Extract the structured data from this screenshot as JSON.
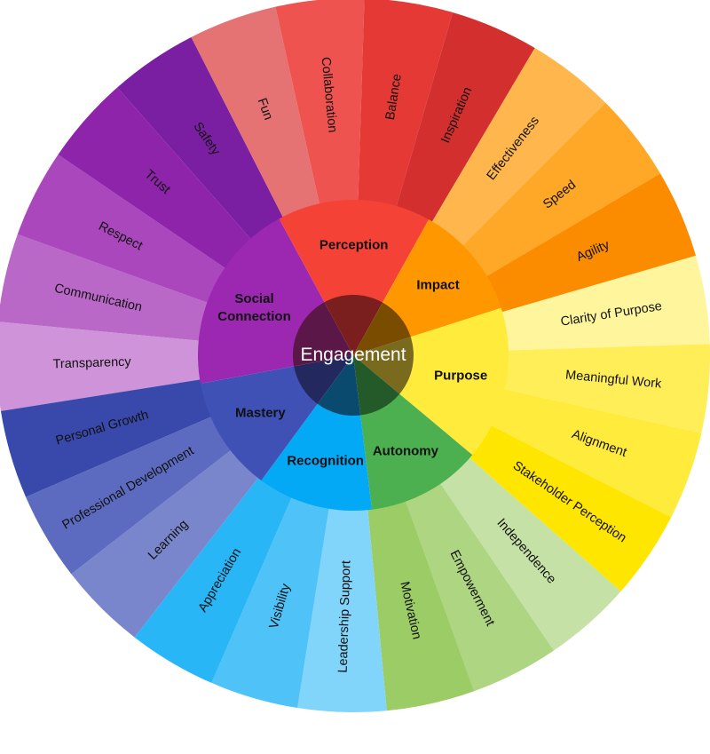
{
  "center": {
    "label": "Engagement"
  },
  "categories": [
    {
      "name": "Social\nConnection",
      "lines": [
        "Social",
        "Connection"
      ],
      "color": "#9C27B0",
      "center_color": "#5A1747",
      "items": [
        {
          "label": "Transparency",
          "color": "#CE93D8"
        },
        {
          "label": "Communication",
          "color": "#BA68C8"
        },
        {
          "label": "Respect",
          "color": "#AB47BC"
        },
        {
          "label": "Trust",
          "color": "#8E24AA"
        },
        {
          "label": "Safety",
          "color": "#7B1FA2"
        }
      ]
    },
    {
      "name": "Perception",
      "lines": [
        "Perception"
      ],
      "color": "#F44336",
      "center_color": "#7A1E1E",
      "items": [
        {
          "label": "Fun",
          "color": "#E57373"
        },
        {
          "label": "Collaboration",
          "color": "#EF5350"
        },
        {
          "label": "Balance",
          "color": "#E53935"
        },
        {
          "label": "Inspiration",
          "color": "#D32F2F"
        }
      ]
    },
    {
      "name": "Impact",
      "lines": [
        "Impact"
      ],
      "color": "#FF9800",
      "center_color": "#7A4C00",
      "items": [
        {
          "label": "Effectiveness",
          "color": "#FFB74D"
        },
        {
          "label": "Speed",
          "color": "#FFA726"
        },
        {
          "label": "Agility",
          "color": "#FB8C00"
        }
      ]
    },
    {
      "name": "Purpose",
      "lines": [
        "Purpose"
      ],
      "color": "#FFEB3B",
      "center_color": "#7A6A1E",
      "items": [
        {
          "label": "Clarity of Purpose",
          "color": "#FFF59D"
        },
        {
          "label": "Meaningful Work",
          "color": "#FFEE58"
        },
        {
          "label": "Alignment",
          "color": "#FFEB3B"
        },
        {
          "label": "Stakeholder Perception",
          "color": "#FFE600"
        }
      ]
    },
    {
      "name": "Autonomy",
      "lines": [
        "Autonomy"
      ],
      "color": "#4CAF50",
      "center_color": "#245A2A",
      "items": [
        {
          "label": "Independence",
          "color": "#C5E1A5"
        },
        {
          "label": "Empowerment",
          "color": "#AED581"
        },
        {
          "label": "Motivation",
          "color": "#9CCC65"
        }
      ]
    },
    {
      "name": "Recognition",
      "lines": [
        "Recognition"
      ],
      "color": "#03A9F4",
      "center_color": "#0A4A6E",
      "items": [
        {
          "label": "Leadership Support",
          "color": "#81D4FA"
        },
        {
          "label": "Visibility",
          "color": "#4FC3F7"
        },
        {
          "label": "Appreciation",
          "color": "#29B6F6"
        }
      ]
    },
    {
      "name": "Mastery",
      "lines": [
        "Mastery"
      ],
      "color": "#3F51B5",
      "center_color": "#23295E",
      "items": [
        {
          "label": "Learning",
          "color": "#7986CB"
        },
        {
          "label": "Professional Development",
          "color": "#5C6BC0"
        },
        {
          "label": "Personal Growth",
          "color": "#3949AB"
        }
      ]
    }
  ]
}
